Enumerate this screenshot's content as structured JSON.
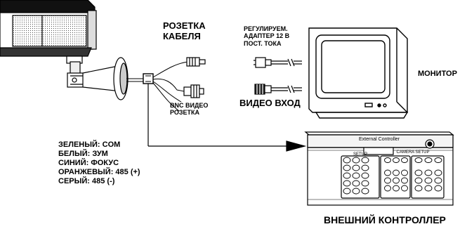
{
  "labels": {
    "cable_socket_line1": "РОЗЕТКА",
    "cable_socket_line2": "КАБЕЛЯ",
    "adapter_line1": "РЕГУЛИРУЕМ.",
    "adapter_line2": "АДАПТЕР 12 В",
    "adapter_line3": "ПОСТ. ТОКА",
    "monitor": "МОНИТОР",
    "bnc_line1": "BNC ВИДЕО",
    "bnc_line2": "РОЗЕТКА",
    "video_in": "ВИДЕО ВХОД",
    "external_controller": "ВНЕШНИЙ КОНТРОЛЛЕР",
    "controller_panel_text": "External Controller",
    "setup_text": "SETUP",
    "camera_setup_text": "CAMERA SETUP"
  },
  "wires": [
    "ЗЕЛЕНЫЙ: COM",
    "БЕЛЫЙ: ЗУМ",
    "СИНИЙ: ФОКУС",
    "ОРАНЖЕВЫЙ: 485 (+)",
    "СЕРЫЙ: 485 (-)"
  ]
}
